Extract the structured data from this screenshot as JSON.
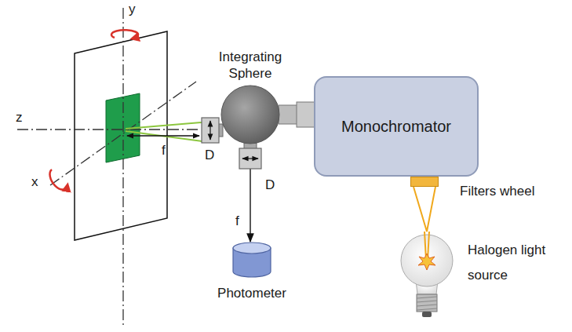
{
  "diagram": {
    "nodes": [
      {
        "text": [
          "Integrating Sphere"
        ]
      },
      {
        "text": [
          "Monochromator"
        ]
      },
      {
        "text": [
          "Filters wheel"
        ]
      },
      {
        "text": [
          "Halogen light source"
        ]
      },
      {
        "text": [
          "Photometer"
        ]
      }
    ],
    "edges": [
      {
        "from": 3,
        "to": 2,
        "arrow": "none"
      },
      {
        "from": 0,
        "to": 4,
        "arrow": "to"
      }
    ],
    "labels": [
      "y",
      "z",
      "x",
      "f",
      "D",
      "D",
      "f"
    ]
  }
}
